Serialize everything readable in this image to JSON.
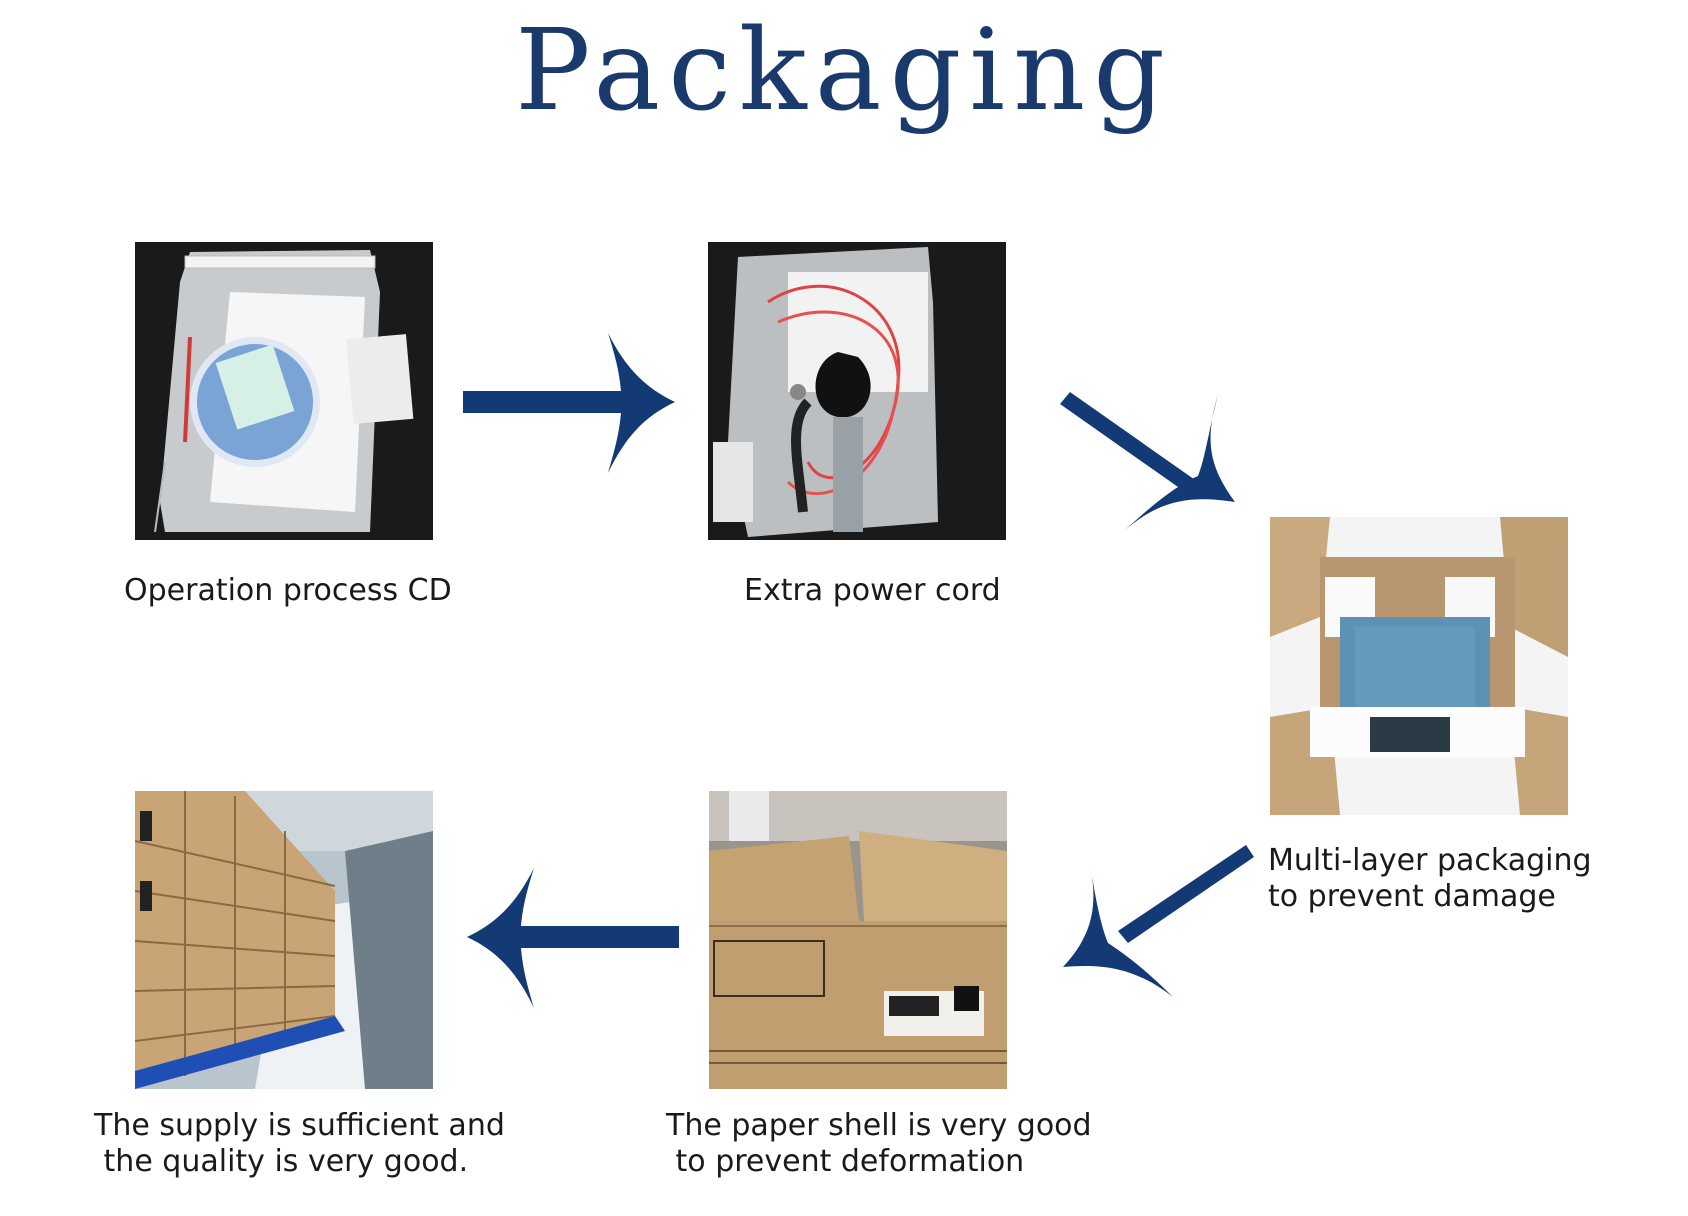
{
  "title": "Packaging",
  "colors": {
    "accent": "#143a75",
    "title": "#1a3a6e"
  },
  "steps": [
    {
      "caption": "Operation process CD"
    },
    {
      "caption": "Extra power cord"
    },
    {
      "caption": "Multi-layer packaging\nto prevent damage"
    },
    {
      "caption": "The paper shell is very good\n to prevent deformation"
    },
    {
      "caption": "The supply is sufficient and\n the quality is very good."
    }
  ]
}
